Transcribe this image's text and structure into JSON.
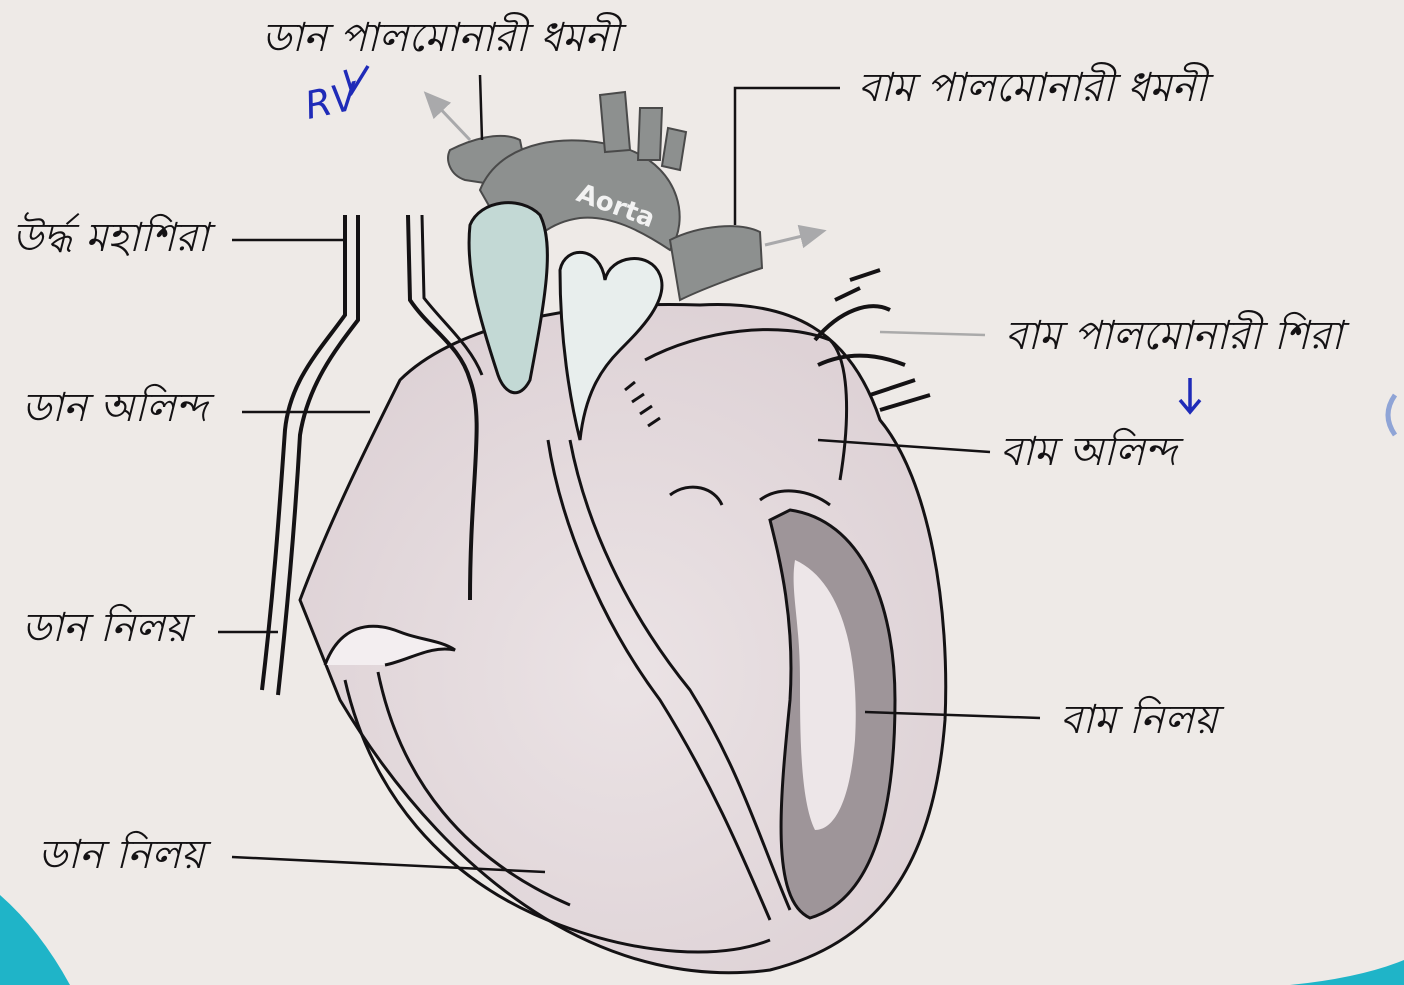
{
  "diagram": {
    "aorta_text": "Aorta",
    "labels": {
      "right_pulmonary_artery": "ডান পালমোনারী ধমনী",
      "left_pulmonary_artery": "বাম পালমোনারী ধমনী",
      "superior_vena_cava": "উর্দ্ধ মহাশিরা",
      "left_pulmonary_vein": "বাম পালমোনারী শিরা",
      "right_atrium": "ডান অলিন্দ",
      "left_atrium": "বাম অলিন্দ",
      "right_ventricle_upper": "ডান নিলয়",
      "left_ventricle": "বাম নিলয়",
      "right_ventricle_lower": "ডান নিলয়"
    },
    "handwritten_note": "RV",
    "colors": {
      "paper": "#eeeae7",
      "ink": "#141214",
      "vessel_gray": "#8d908f",
      "chamber_shade": "#e4dadd",
      "left_ventricle_dark": "#9e9599",
      "pen_blue": "#1f2bb8",
      "edge_teal": "#1fb4c8"
    }
  }
}
